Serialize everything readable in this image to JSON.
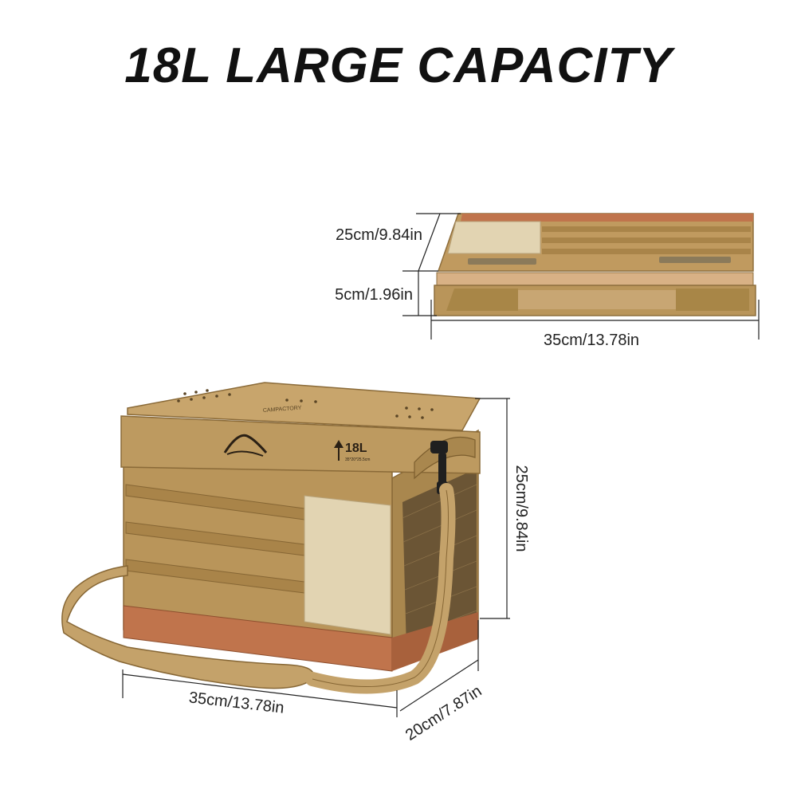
{
  "headline": "18L LARGE CAPACITY",
  "folded_view": {
    "height_label": "25cm/9.84in",
    "thickness_label": "5cm/1.96in",
    "width_label": "35cm/13.78in"
  },
  "box_view": {
    "capacity_mark": "18L",
    "size_mark": "35*20*25.5cm",
    "lid_brand_text": "CAMPACTORY",
    "height_label": "25cm/9.84in",
    "width_label": "35cm/13.78in",
    "depth_label": "20cm/7.87in"
  },
  "colors": {
    "fabric": "#b9955a",
    "fabric_dark": "#9e7c44",
    "leather_trim": "#c0744c",
    "velcro_patch": "#e2d4b2",
    "mesh": "#6b5535"
  }
}
